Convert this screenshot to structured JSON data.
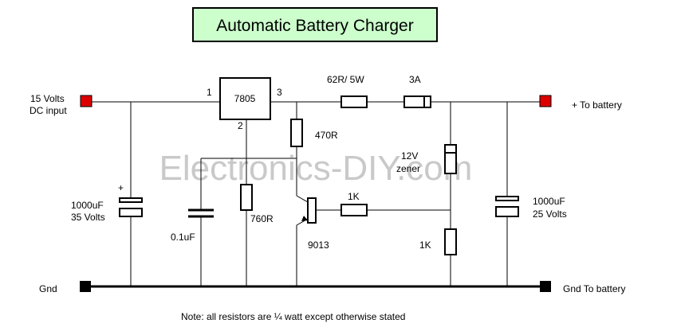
{
  "title": "Automatic Battery Charger",
  "watermark": "Electronics-DIY.com",
  "colors": {
    "title_bg": "#ccffcc",
    "terminal_positive": "#dd0000",
    "terminal_ground": "#000000",
    "watermark": "#c9c9c9"
  },
  "labels": {
    "input_line1": "15 Volts",
    "input_line2": "DC input",
    "to_battery": "+ To battery",
    "gnd": "Gnd",
    "gnd_to_battery": "Gnd To battery",
    "regulator": "7805",
    "pin1": "1",
    "pin2": "2",
    "pin3": "3",
    "r_power": "62R/ 5W",
    "fuse": "3A",
    "r_470": "470R",
    "zener_line1": "12V",
    "zener_line2": "zener",
    "c_in_plus": "+",
    "c_in_value": "1000uF",
    "c_in_voltage": "35 Volts",
    "c_01": "0.1uF",
    "r_760": "760R",
    "transistor": "9013",
    "r_1k_base": "1K",
    "r_1k_lower": "1K",
    "c_out_value": "1000uF",
    "c_out_voltage": "25 Volts",
    "note": "Note: all resistors are ¼ watt except otherwise stated"
  }
}
